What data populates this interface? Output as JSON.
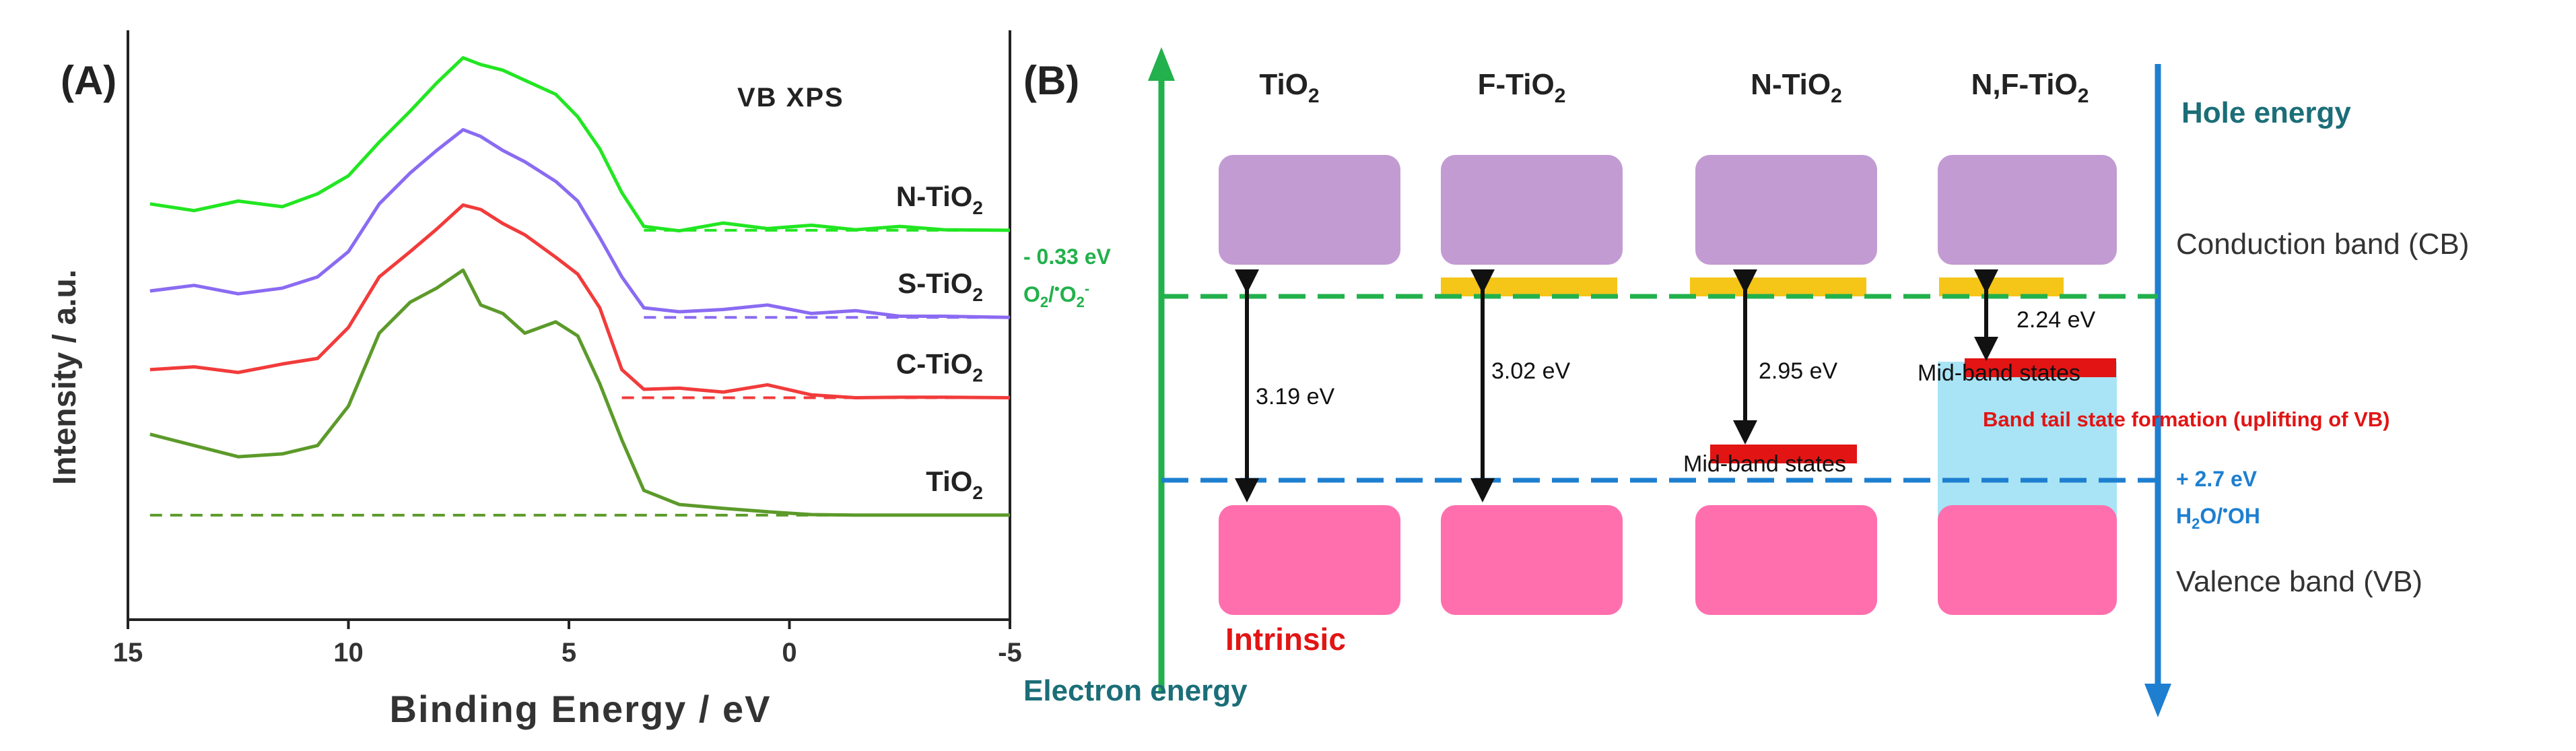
{
  "panel_a": {
    "label": "(A)",
    "title": "VB XPS",
    "chart_data": {
      "type": "line",
      "xlabel": "Binding Energy / eV",
      "ylabel": "Intensity / a.u.",
      "xlim": [
        15,
        -5
      ],
      "x_reversed": true,
      "x_ticks": [
        "15",
        "10",
        "5",
        "0",
        "-5"
      ],
      "x_tick_values": [
        15,
        10,
        5,
        0,
        -5
      ],
      "series": [
        {
          "name": "N-TiO2",
          "label_main": "N-TiO",
          "label_sub": "2",
          "color": "#22e622",
          "baseline_start_x": 3.3,
          "points": [
            [
              14.5,
              0.74
            ],
            [
              13.5,
              0.728
            ],
            [
              12.5,
              0.745
            ],
            [
              11.5,
              0.735
            ],
            [
              10.7,
              0.758
            ],
            [
              10,
              0.79
            ],
            [
              9.3,
              0.85
            ],
            [
              8.6,
              0.905
            ],
            [
              8,
              0.955
            ],
            [
              7.4,
              1.0
            ],
            [
              7,
              0.988
            ],
            [
              6.5,
              0.978
            ],
            [
              6,
              0.96
            ],
            [
              5.3,
              0.935
            ],
            [
              4.8,
              0.895
            ],
            [
              4.3,
              0.838
            ],
            [
              3.8,
              0.76
            ],
            [
              3.3,
              0.7
            ],
            [
              2.5,
              0.692
            ],
            [
              1.5,
              0.706
            ],
            [
              0.5,
              0.696
            ],
            [
              -0.5,
              0.702
            ],
            [
              -1.5,
              0.694
            ],
            [
              -2.5,
              0.7
            ],
            [
              -3.5,
              0.694
            ],
            [
              -5,
              0.693
            ]
          ]
        },
        {
          "name": "S-TiO2",
          "label_main": "S-TiO",
          "label_sub": "2",
          "color": "#8a6bf2",
          "baseline_start_x": 3.3,
          "points": [
            [
              14.5,
              0.585
            ],
            [
              13.5,
              0.595
            ],
            [
              12.5,
              0.58
            ],
            [
              11.5,
              0.59
            ],
            [
              10.7,
              0.61
            ],
            [
              10,
              0.655
            ],
            [
              9.3,
              0.74
            ],
            [
              8.6,
              0.795
            ],
            [
              8,
              0.835
            ],
            [
              7.4,
              0.872
            ],
            [
              7,
              0.86
            ],
            [
              6.5,
              0.835
            ],
            [
              6,
              0.815
            ],
            [
              5.3,
              0.78
            ],
            [
              4.8,
              0.745
            ],
            [
              4.3,
              0.68
            ],
            [
              3.8,
              0.61
            ],
            [
              3.3,
              0.555
            ],
            [
              2.5,
              0.548
            ],
            [
              1.5,
              0.552
            ],
            [
              0.5,
              0.56
            ],
            [
              -0.5,
              0.545
            ],
            [
              -1.5,
              0.55
            ],
            [
              -2.5,
              0.54
            ],
            [
              -3.5,
              0.54
            ],
            [
              -5,
              0.538
            ]
          ]
        },
        {
          "name": "C-TiO2",
          "label_main": "C-TiO",
          "label_sub": "2",
          "color": "#f23b3b",
          "baseline_start_x": 3.8,
          "points": [
            [
              14.5,
              0.445
            ],
            [
              13.5,
              0.45
            ],
            [
              12.5,
              0.44
            ],
            [
              11.5,
              0.455
            ],
            [
              10.7,
              0.465
            ],
            [
              10,
              0.52
            ],
            [
              9.3,
              0.61
            ],
            [
              8.6,
              0.655
            ],
            [
              8,
              0.695
            ],
            [
              7.4,
              0.738
            ],
            [
              7,
              0.73
            ],
            [
              6.5,
              0.705
            ],
            [
              6,
              0.685
            ],
            [
              5.3,
              0.645
            ],
            [
              4.8,
              0.615
            ],
            [
              4.3,
              0.555
            ],
            [
              3.8,
              0.445
            ],
            [
              3.3,
              0.41
            ],
            [
              2.5,
              0.412
            ],
            [
              1.5,
              0.405
            ],
            [
              0.5,
              0.418
            ],
            [
              -0.5,
              0.4
            ],
            [
              -1.5,
              0.395
            ],
            [
              -2.5,
              0.396
            ],
            [
              -3.5,
              0.396
            ],
            [
              -5,
              0.395
            ]
          ]
        },
        {
          "name": "TiO2",
          "label_main": "TiO",
          "label_sub": "2",
          "color": "#5c9a2a",
          "baseline_start_x": 14.5,
          "points": [
            [
              14.5,
              0.33
            ],
            [
              13.5,
              0.31
            ],
            [
              12.5,
              0.29
            ],
            [
              11.5,
              0.295
            ],
            [
              10.7,
              0.31
            ],
            [
              10,
              0.38
            ],
            [
              9.3,
              0.51
            ],
            [
              8.6,
              0.565
            ],
            [
              8,
              0.59
            ],
            [
              7.4,
              0.622
            ],
            [
              7,
              0.56
            ],
            [
              6.5,
              0.545
            ],
            [
              6,
              0.51
            ],
            [
              5.3,
              0.53
            ],
            [
              4.8,
              0.505
            ],
            [
              4.3,
              0.42
            ],
            [
              3.8,
              0.32
            ],
            [
              3.3,
              0.23
            ],
            [
              2.5,
              0.205
            ],
            [
              1.5,
              0.198
            ],
            [
              0.5,
              0.192
            ],
            [
              -0.5,
              0.187
            ],
            [
              -1.5,
              0.186
            ],
            [
              -2.5,
              0.186
            ],
            [
              -3.5,
              0.186
            ],
            [
              -5,
              0.186
            ]
          ]
        }
      ]
    }
  },
  "panel_b": {
    "label": "(B)",
    "columns": [
      {
        "main": "TiO",
        "sub": "2",
        "prefix": ""
      },
      {
        "main": "F-TiO",
        "sub": "2",
        "prefix": ""
      },
      {
        "main": "N-TiO",
        "sub": "2",
        "prefix": ""
      },
      {
        "main": "N,F-TiO",
        "sub": "2",
        "prefix": ""
      }
    ],
    "gaps": [
      "3.19 eV",
      "3.02 eV",
      "2.95 eV",
      "2.24 eV"
    ],
    "mid_band_states": "Mid-band states",
    "intrinsic": "Intrinsic",
    "band_tail": "Band tail state formation (uplifting of VB)",
    "conduction_band": "Conduction band (CB)",
    "valence_band": "Valence band (VB)",
    "hole_energy": "Hole energy",
    "electron_energy": "Electron energy",
    "cb_potential": {
      "value": "- 0.33 eV",
      "couple_main": "O",
      "couple_sub1": "2",
      "couple_mid": "/",
      "couple_sup": "•",
      "couple_end": "O",
      "couple_sub2": "2",
      "couple_sup2": "-"
    },
    "vb_potential": {
      "value": "+ 2.7 eV",
      "couple_main": "H",
      "couple_sub1": "2",
      "couple_mid": "O/",
      "couple_sup": "•",
      "couple_end": "OH"
    },
    "colors": {
      "cb": "#c39bd3",
      "vb": "#ff6fae",
      "mid_state": "#e21414",
      "defect_state": "#f5c518",
      "green_line": "#22b14c",
      "blue_line": "#1e7fd0",
      "tail_region": "#a8e4f5"
    }
  }
}
